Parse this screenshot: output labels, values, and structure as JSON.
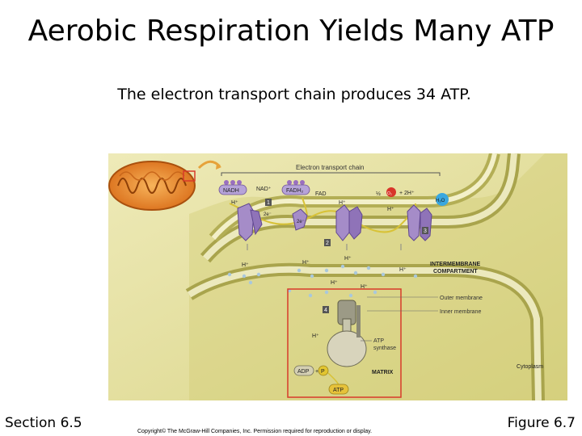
{
  "slide": {
    "title": "Aerobic Respiration Yields Many ATP",
    "subtitle": "The electron transport chain produces 34 ATP.",
    "section": "Section 6.5",
    "figure": "Figure 6.7",
    "copyright": "Copyright© The McGraw-Hill Companies, Inc. Permission required for reproduction or display."
  },
  "diagram": {
    "etc_label": "Electron transport chain",
    "nadh": "NADH",
    "nad_plus": "NAD⁺",
    "fadh2": "FADH₂",
    "fad": "FAD",
    "half": "½",
    "o2": "O₂",
    "plus_2h": "+ 2H⁺",
    "h2o": "H₂O",
    "h_plus": "H⁺",
    "e2": "2e⁻",
    "step1": "1",
    "step2": "2",
    "step3": "3",
    "step4": "4",
    "intermembrane": "INTERMEMBRANE",
    "compartment": "COMPARTMENT",
    "outer_membrane": "Outer membrane",
    "inner_membrane": "Inner membrane",
    "atp_synthase_1": "ATP",
    "atp_synthase_2": "synthase",
    "cytoplasm": "Cytoplasm",
    "adp": "ADP",
    "p": "P",
    "matrix": "MATRIX",
    "atp": "ATP"
  },
  "colors": {
    "background_membrane": "#d4cf7a",
    "matrix_fill": "#c9c067",
    "protein": "#a58cc8",
    "highlight_box": "#d83a2a",
    "mitochondrion": "#e98c2b"
  }
}
